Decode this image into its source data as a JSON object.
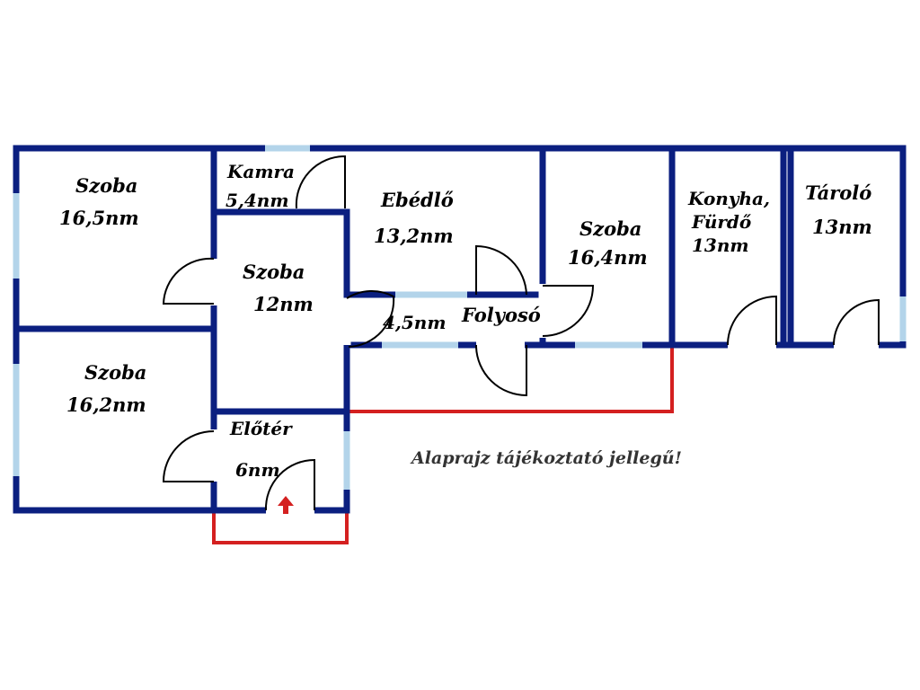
{
  "colors": {
    "wall": "#0b1f80",
    "window": "#b3d4ea",
    "outline_red": "#d42020",
    "door_line": "#000000",
    "entry_arrow": "#d42020"
  },
  "rooms": [
    {
      "id": "szoba-1",
      "name": "Szoba",
      "area": "16,5nm"
    },
    {
      "id": "kamra",
      "name": "Kamra",
      "area": "5,4nm"
    },
    {
      "id": "ebedlo",
      "name": "Ebédlő",
      "area": "13,2nm"
    },
    {
      "id": "szoba-2",
      "name": "Szoba",
      "area": "12nm"
    },
    {
      "id": "szoba-3",
      "name": "Szoba",
      "area": "16,4nm"
    },
    {
      "id": "konyha",
      "name": "Konyha,",
      "name2": "Fürdő",
      "area": "13nm"
    },
    {
      "id": "tarolo",
      "name": "Tároló",
      "area": "13nm"
    },
    {
      "id": "folyoso",
      "name": "Folyosó",
      "area": "4,5nm"
    },
    {
      "id": "szoba-4",
      "name": "Szoba",
      "area": "16,2nm"
    },
    {
      "id": "eloter",
      "name": "Előtér",
      "area": "6nm"
    }
  ],
  "note": "Alaprajz tájékoztató jellegű!",
  "icons": {
    "entry": "entry-arrow-icon"
  }
}
